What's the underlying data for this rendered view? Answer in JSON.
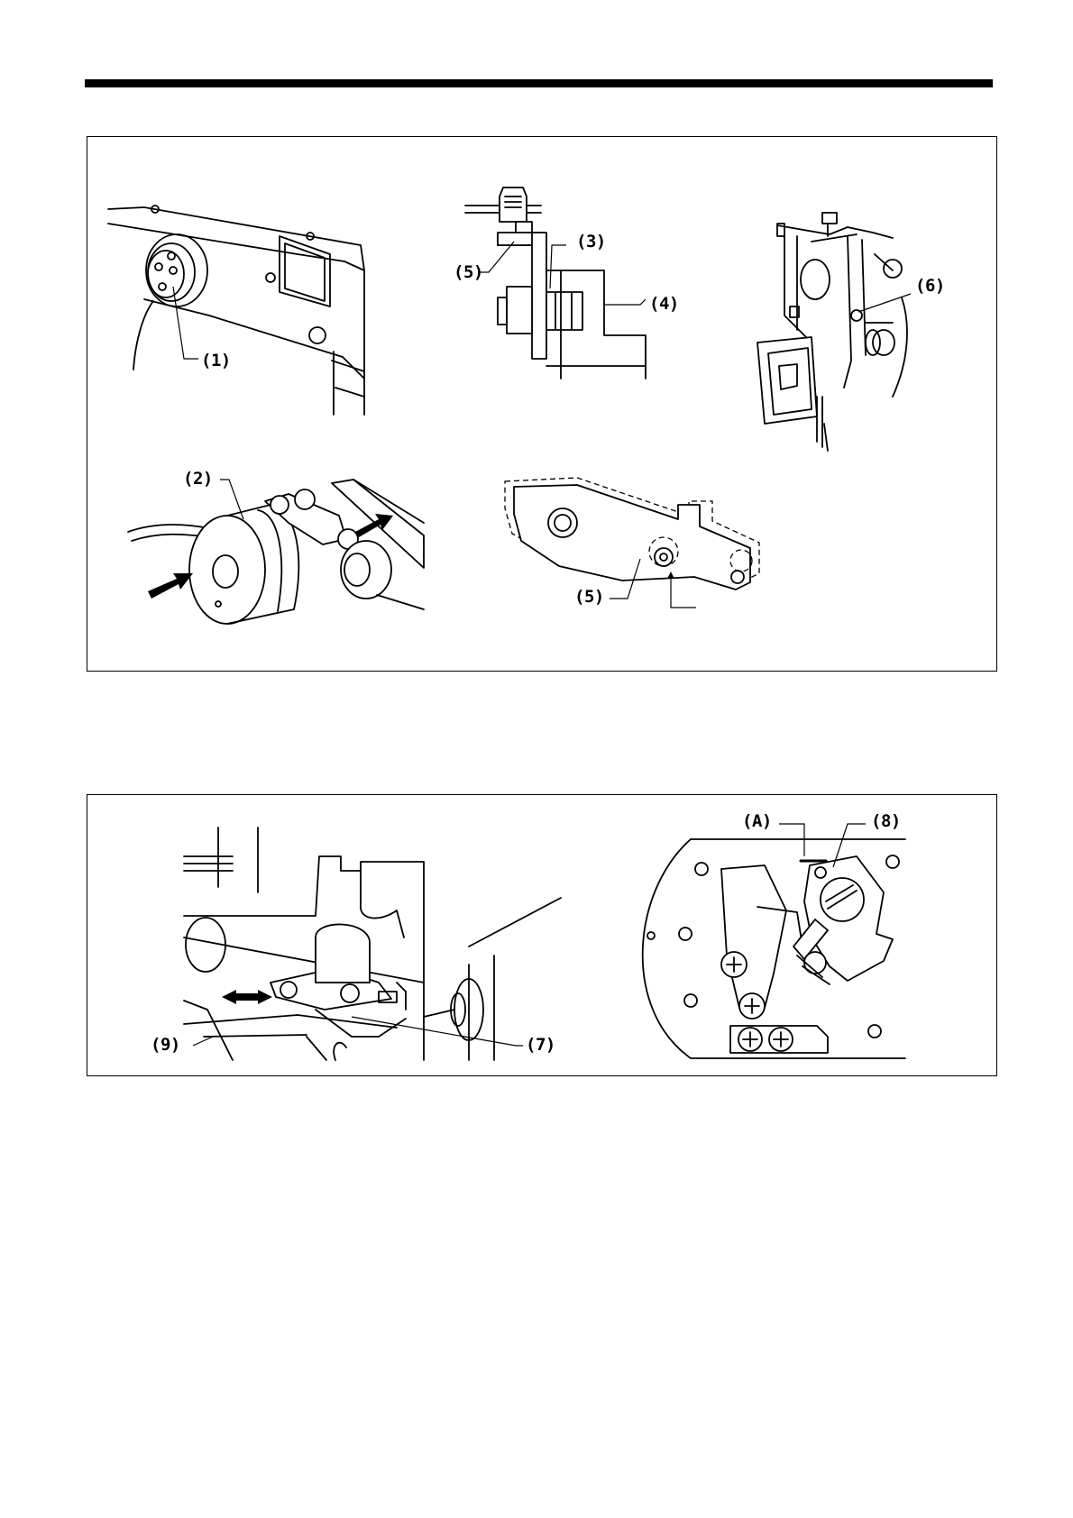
{
  "callouts": {
    "c1": "(1)",
    "c2": "(2)",
    "c3": "(3)",
    "c4": "(4)",
    "c5_top": "(5)",
    "c5_bottom": "(5)",
    "c6": "(6)",
    "c7": "(7)",
    "c8": "(8)",
    "c9": "(9)",
    "cA": "(A)"
  }
}
